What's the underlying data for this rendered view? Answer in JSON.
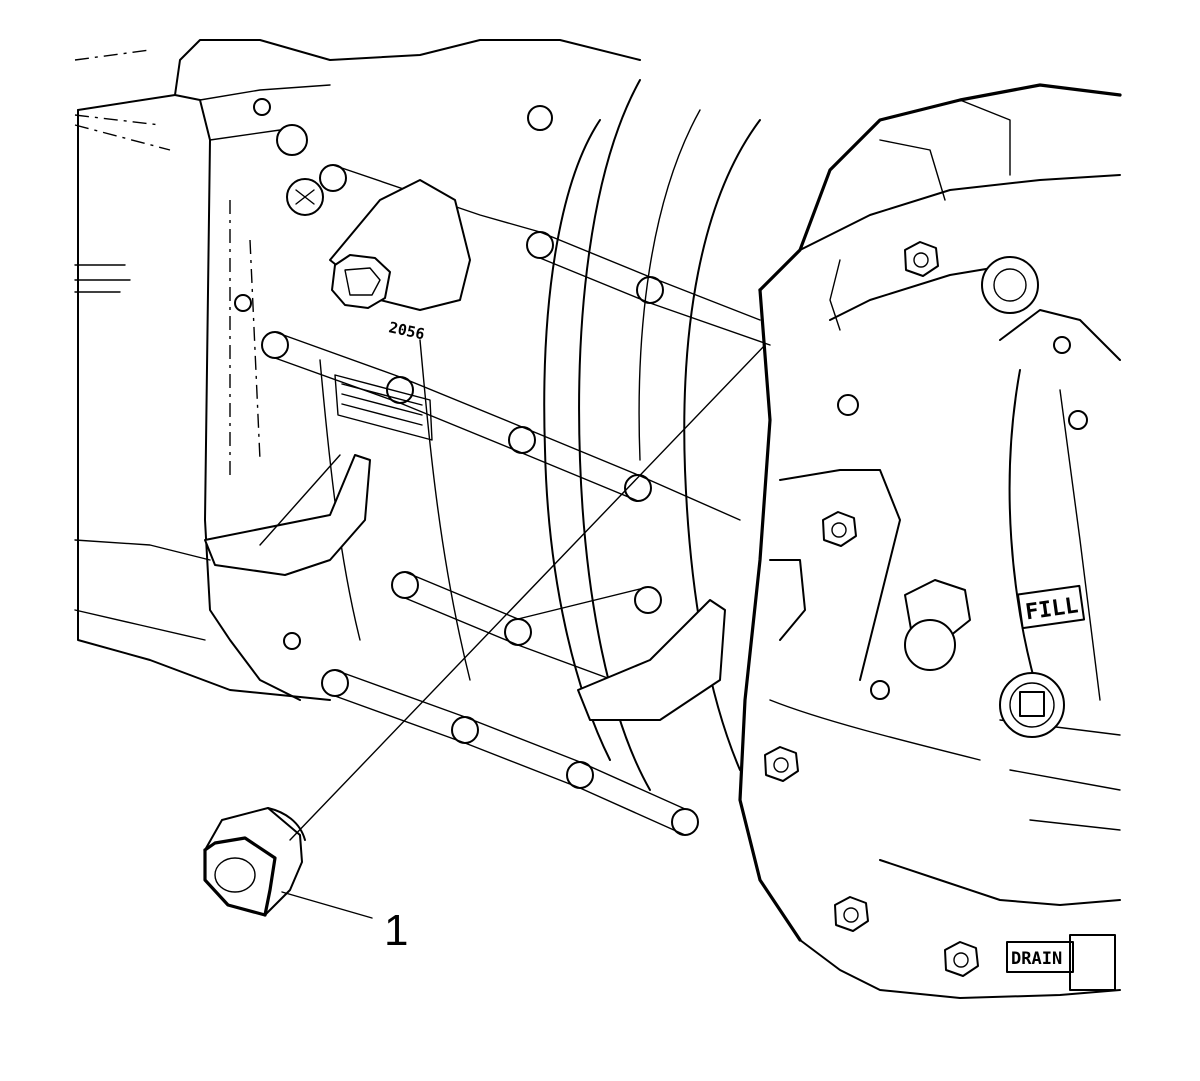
{
  "figure": {
    "callouts": [
      {
        "id": "1",
        "label": "1"
      }
    ],
    "markings": {
      "casting_number": "2056",
      "fill_label": "FILL",
      "drain_label": "DRAIN"
    }
  }
}
